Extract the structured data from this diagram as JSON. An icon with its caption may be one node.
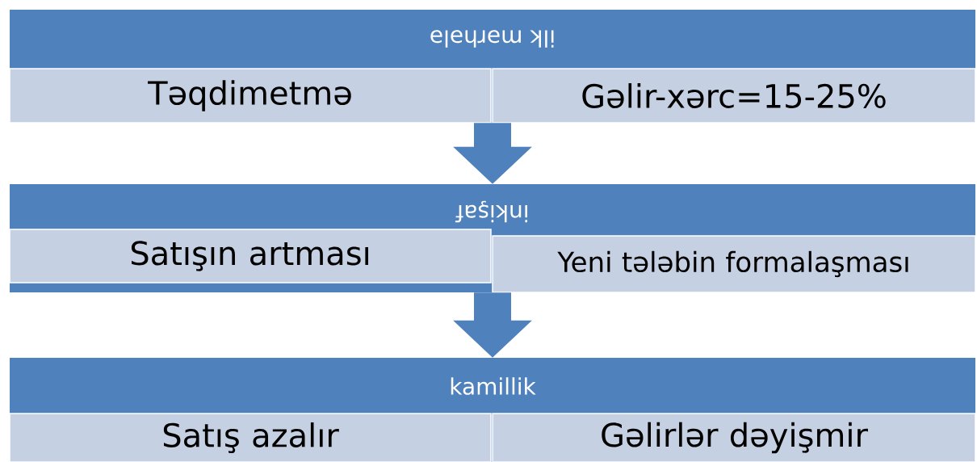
{
  "diagram": {
    "nodes": [
      {
        "text": [
          "ilk mərhələ"
        ]
      },
      {
        "text": [
          "Təqdimetmə"
        ],
        "in": 0
      },
      {
        "text": [
          "Gəlir-xərc=15-25%"
        ],
        "in": 0
      },
      {
        "text": [
          "inkişaf"
        ]
      },
      {
        "text": [
          "Satışın artması"
        ],
        "in": 3
      },
      {
        "text": [
          "Yeni tələbin formalaşması"
        ],
        "in": 3
      },
      {
        "text": [
          "kamillik"
        ]
      },
      {
        "text": [
          "Satış azalır"
        ],
        "in": 6
      },
      {
        "text": [
          "Gəlirlər dəyişmir"
        ],
        "in": 6
      }
    ],
    "edges": [
      {
        "from": 0,
        "to": 3,
        "arrow": "to"
      },
      {
        "from": 3,
        "to": 6,
        "arrow": "to"
      }
    ]
  }
}
